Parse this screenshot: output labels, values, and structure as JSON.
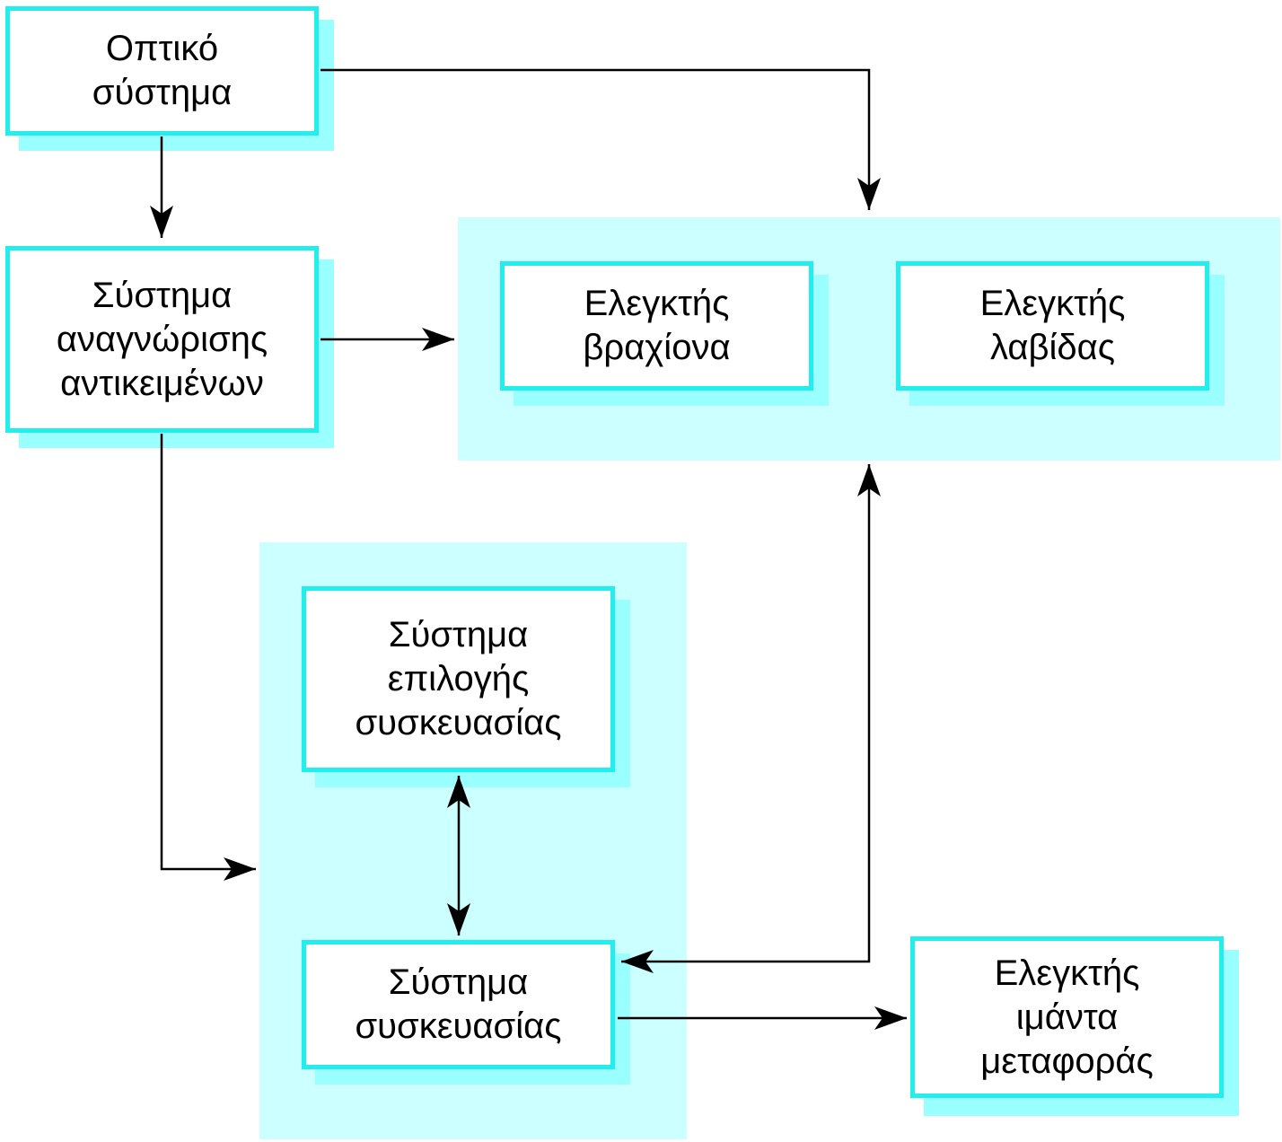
{
  "nodes": {
    "optical": {
      "lines": [
        "Οπτικό",
        "σύστημα"
      ]
    },
    "recognition": {
      "lines": [
        "Σύστημα",
        "αναγνώρισης",
        "αντικειμένων"
      ]
    },
    "arm": {
      "lines": [
        "Ελεγκτής",
        "βραχίονα"
      ]
    },
    "gripper": {
      "lines": [
        "Ελεγκτής",
        "λαβίδας"
      ]
    },
    "pack_select": {
      "lines": [
        "Σύστημα",
        "επιλογής",
        "συσκευασίας"
      ]
    },
    "packing": {
      "lines": [
        "Σύστημα",
        "συσκευασίας"
      ]
    },
    "conveyor": {
      "lines": [
        "Ελεγκτής",
        "ιμάντα",
        "μεταφοράς"
      ]
    }
  },
  "colors": {
    "box_border": "#22eeee",
    "box_shadow": "#99ffff",
    "group_fill": "#ccffff",
    "arrow": "#000000"
  }
}
